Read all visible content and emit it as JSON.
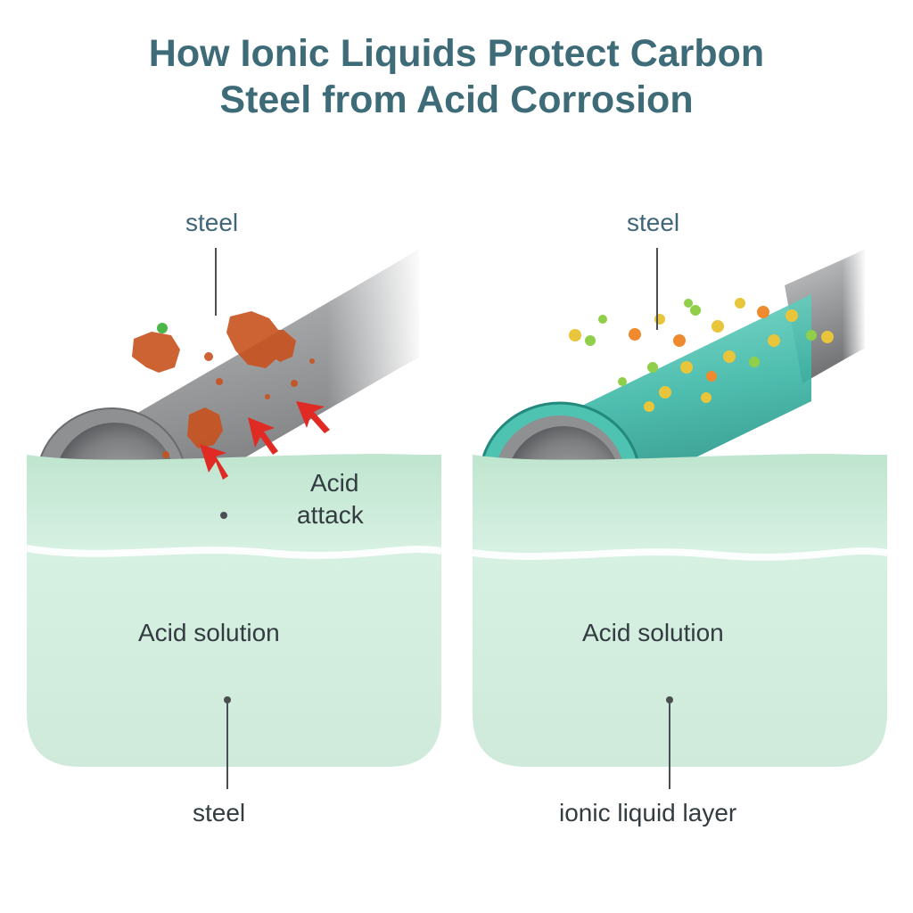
{
  "title_line1": "How Ionic Liquids Protect Carbon",
  "title_line2": "Steel from Acid Corrosion",
  "left_panel": {
    "top_label": "steel",
    "attack_line1": "Acid",
    "attack_line2": "attack",
    "solution_label": "Acid solution",
    "bottom_label": "steel"
  },
  "right_panel": {
    "top_label": "steel",
    "solution_label": "Acid solution",
    "bottom_label": "ionic liquid layer"
  },
  "colors": {
    "title": "#3e6b78",
    "steel": "#9a9c9e",
    "rust": "#c8521e",
    "acid_arrow": "#e02a24",
    "acid_solution": "#cfeadb",
    "ionic_liquid_layer": "#3fb8a8"
  }
}
